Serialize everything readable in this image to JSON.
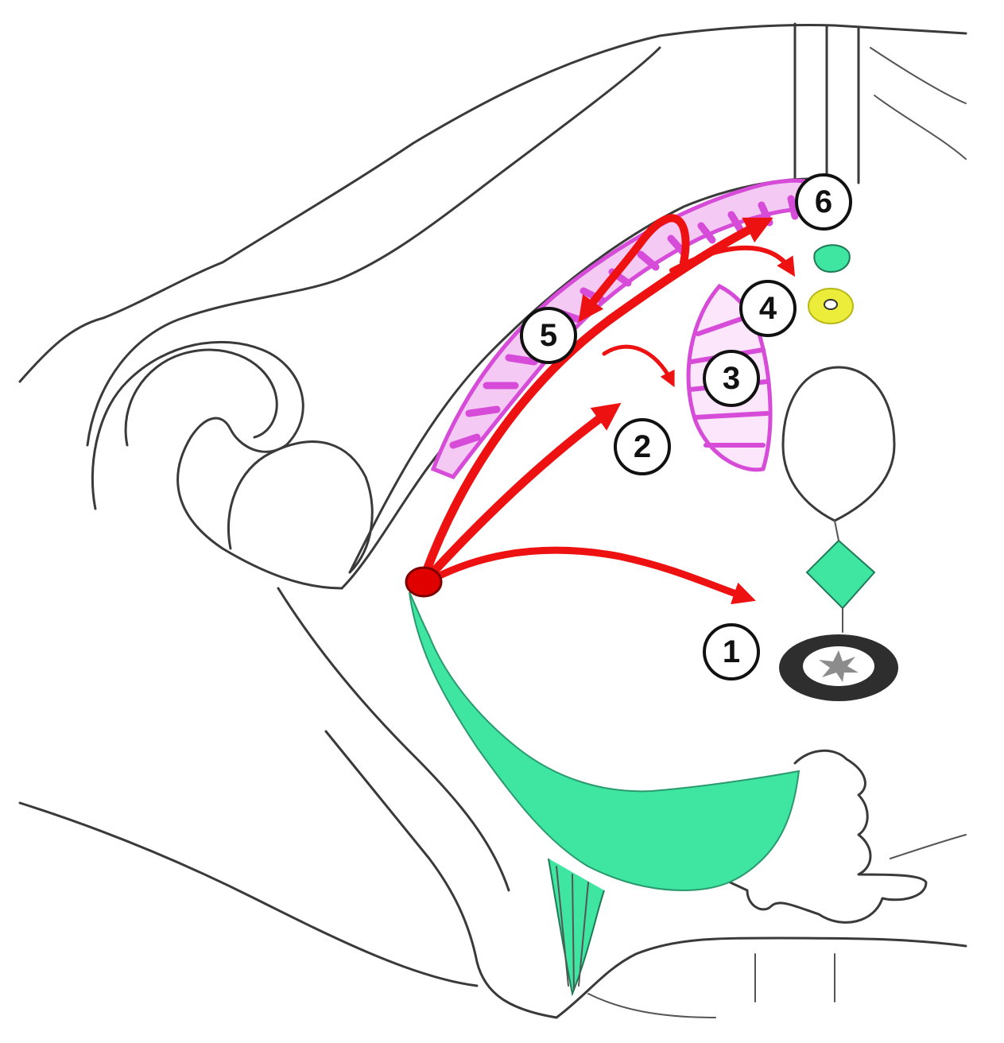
{
  "colors": {
    "arrow": "#ee1111",
    "origin_node": "#e00000",
    "green_structure": "#3ee6a2",
    "magenta_structure": "#d64bd8",
    "yellow_ring": "#ecec3a",
    "outline": "#3a3a3a"
  },
  "markers": [
    {
      "label": "1"
    },
    {
      "label": "2"
    },
    {
      "label": "3"
    },
    {
      "label": "4"
    },
    {
      "label": "5"
    },
    {
      "label": "6"
    }
  ]
}
